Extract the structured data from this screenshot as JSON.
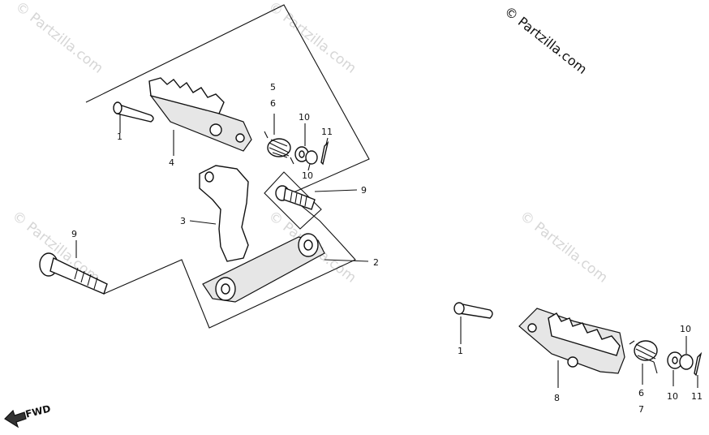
{
  "copyright": "© Partzilla.com",
  "watermark": "© Partzilla.com",
  "fwd": "FWD",
  "callouts": {
    "c1_top": "1",
    "c4": "4",
    "c5": "5",
    "c6_top": "6",
    "c10_a": "10",
    "c10_b": "10",
    "c11_top": "11",
    "c9_right": "9",
    "c3": "3",
    "c9_left": "9",
    "c2": "2",
    "c1_bottom": "1",
    "c8": "8",
    "c6_bottom": "6",
    "c7": "7",
    "c10_c": "10",
    "c10_d": "10",
    "c11_bottom": "11"
  }
}
